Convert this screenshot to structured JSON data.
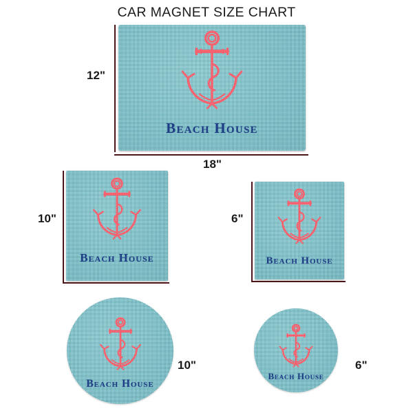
{
  "page": {
    "title": "CAR MAGNET SIZE CHART",
    "background_color": "#ffffff"
  },
  "artwork": {
    "wordmark": "Beach House",
    "anchor_icon": "anchor-icon",
    "background_color": "#72c5ce",
    "anchor_color": "#f4636f",
    "wordmark_color": "#1f3f86",
    "texture": "linen"
  },
  "measure_line_color": "#4a1418",
  "magnets": [
    {
      "id": "rectangle-18x12",
      "shape": "rectangle",
      "height_label": "12\"",
      "width_label": "18\"",
      "wordmark": "Beach House"
    },
    {
      "id": "square-10",
      "shape": "square",
      "size_label": "10\"",
      "wordmark": "Beach House"
    },
    {
      "id": "square-6",
      "shape": "square",
      "size_label": "6\"",
      "wordmark": "Beach House"
    },
    {
      "id": "round-10",
      "shape": "round",
      "size_label": "10\"",
      "wordmark": "Beach House"
    },
    {
      "id": "round-6",
      "shape": "round",
      "size_label": "6\"",
      "wordmark": "Beach House"
    }
  ]
}
